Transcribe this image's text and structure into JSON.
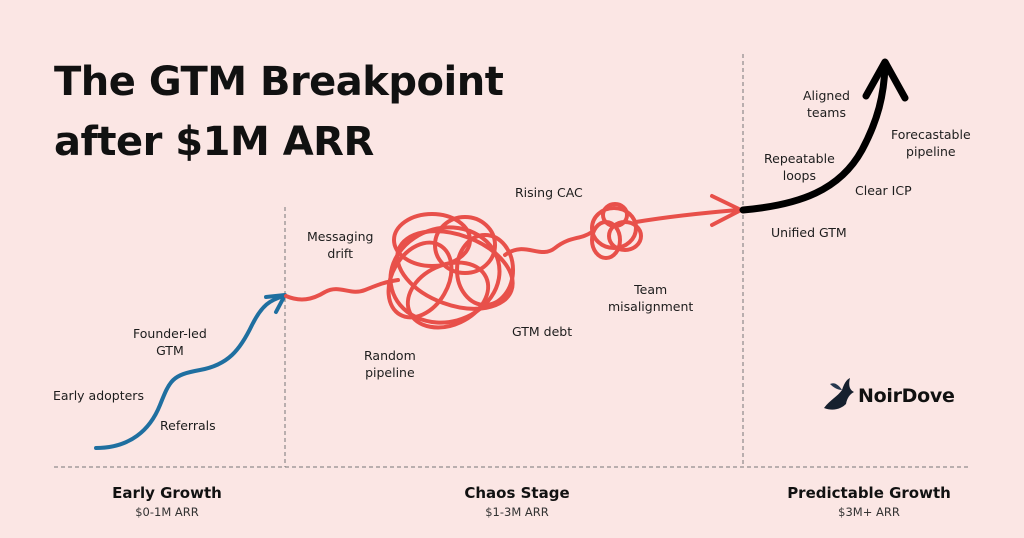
{
  "title": {
    "line1": "The GTM Breakpoint",
    "line2": "after $1M ARR"
  },
  "stages": [
    {
      "name": "Early Growth",
      "range": "$0-1M ARR"
    },
    {
      "name": "Chaos Stage",
      "range": "$1-3M ARR"
    },
    {
      "name": "Predictable Growth",
      "range": "$3M+ ARR"
    }
  ],
  "labels": {
    "early_adopters": "Early adopters",
    "founder_led": "Founder-led\nGTM",
    "referrals": "Referrals",
    "messaging_drift": "Messaging\ndrift",
    "random_pipeline": "Random\npipeline",
    "rising_cac": "Rising CAC",
    "gtm_debt": "GTM debt",
    "team_misalignment": "Team\nmisalignment",
    "aligned_teams": "Aligned\nteams",
    "forecastable_pipeline": "Forecastable\npipeline",
    "repeatable_loops": "Repeatable\nloops",
    "clear_icp": "Clear ICP",
    "unified_gtm": "Unified GTM"
  },
  "colors": {
    "background": "#fbe6e4",
    "early_growth": "#1f6fa0",
    "chaos": "#e8504a",
    "predictable": "#000000"
  },
  "logo": {
    "text": "NoirDove",
    "icon": "dove-icon"
  }
}
